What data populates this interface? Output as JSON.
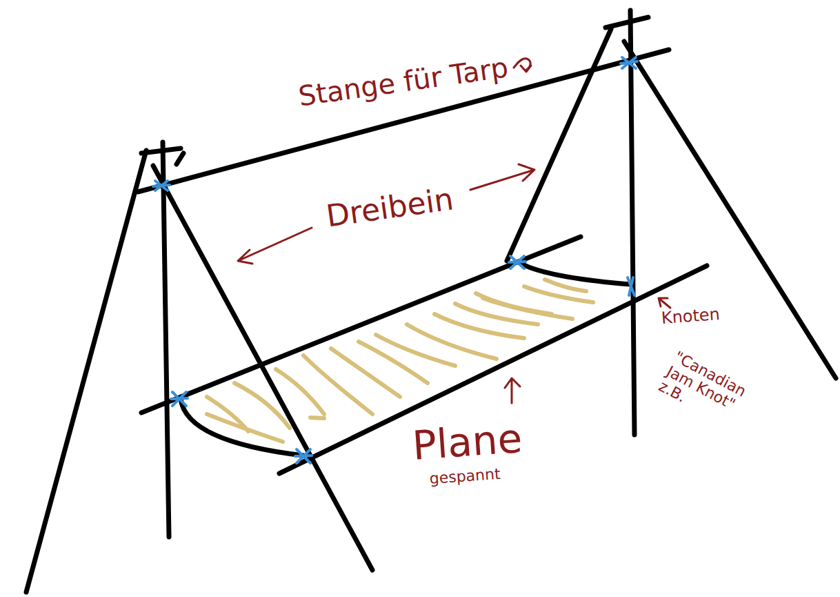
{
  "diagram": {
    "labels": [
      "Stange für Tarp",
      "Dreibein",
      "Knoten",
      "\"Canadian Jam Knot\" z.B.",
      "Plane",
      "gespannt"
    ]
  }
}
